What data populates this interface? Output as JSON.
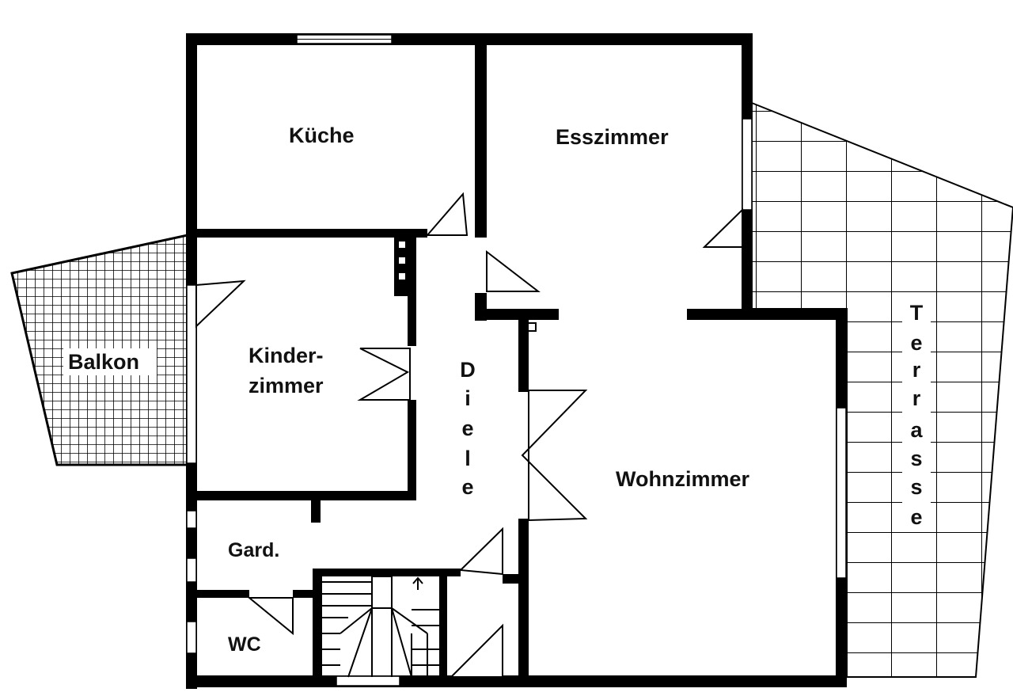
{
  "plan": {
    "rooms": {
      "kueche": "Küche",
      "esszimmer": "Esszimmer",
      "kinderzimmer_1": "Kinder-",
      "kinderzimmer_2": "zimmer",
      "balkon": "Balkon",
      "diele": [
        "D",
        "i",
        "e",
        "l",
        "e"
      ],
      "wohnzimmer": "Wohnzimmer",
      "terrasse": [
        "T",
        "e",
        "r",
        "r",
        "a",
        "s",
        "s",
        "e"
      ],
      "garderobe": "Gard.",
      "wc": "WC"
    },
    "colors": {
      "wall": "#000000",
      "background": "#ffffff"
    }
  }
}
